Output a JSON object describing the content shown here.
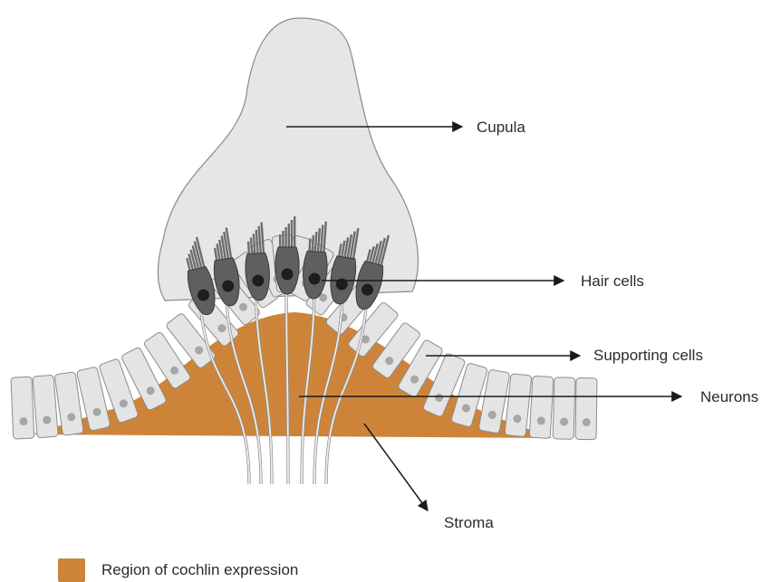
{
  "labels": {
    "cupula": "Cupula",
    "hair_cells": "Hair cells",
    "supporting_cells": "Supporting cells",
    "neurons": "Neurons",
    "stroma": "Stroma"
  },
  "legend": {
    "text": "Region of cochlin expression",
    "swatch_color": "#cd8439"
  },
  "colors": {
    "stroma": "#cd8439",
    "cupula": "#e6e6e6",
    "supporting_cell": "#e4e4e4",
    "supporting_nucleus": "#a6a6a6",
    "hair_cell": "#5f5f5f",
    "hair_nucleus": "#1e1e1e",
    "arrow": "#1a1a1a"
  }
}
